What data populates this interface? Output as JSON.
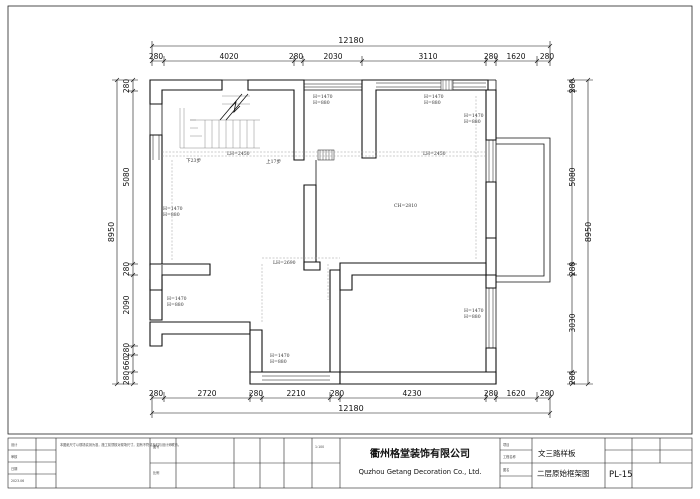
{
  "dimensions": {
    "top_total": "12180",
    "top_segments": [
      "280",
      "4020",
      "280",
      "2030",
      "3110",
      "280",
      "1620",
      "280"
    ],
    "bottom_total": "12180",
    "bottom_segments": [
      "280",
      "2720",
      "280",
      "2210",
      "280",
      "4230",
      "280",
      "1620",
      "280"
    ],
    "left_total": "8950",
    "left_segments": [
      "280",
      "5080",
      "280",
      "2090",
      "280",
      "660",
      "280"
    ],
    "right_total": "8950",
    "right_segments": [
      "280",
      "5080",
      "280",
      "3030",
      "280"
    ]
  },
  "labels": {
    "win_top_mid": "H=1470",
    "win_top_mid_b": "H=880",
    "win_top_right": "H=1470",
    "win_top_right_b": "H=880",
    "win_right_upper": "H=1470",
    "win_right_upper_b": "H=880",
    "win_left_mid": "H=1470",
    "win_left_mid_b": "H=880",
    "win_left_lower": "H=1470",
    "win_left_lower_b": "H=880",
    "win_right_lower": "H=1470",
    "win_right_lower_b": "H=880",
    "win_bottom": "H=1470",
    "win_bottom_b": "H=880",
    "beam_left": "LH=2450",
    "beam_right": "LH=2450",
    "beam_center": "LH=2690",
    "ceiling": "CH=2810",
    "stair_down": "下23步",
    "stair_up": "上17步"
  },
  "title_block": {
    "company_cn": "衢州格堂装饰有限公司",
    "company_en": "Quzhou Getang Decoration Co., Ltd.",
    "drawing_title": "二层原始框架图",
    "drawing_no": "PL-15",
    "project_name": "文三路样板",
    "cell_label_1": "设计",
    "cell_label_2": "审核",
    "cell_label_3": "日期",
    "cell_label_4": "图号",
    "cell_label_5": "比例",
    "cell_label_6": "项目",
    "cell_label_7": "图名",
    "cell_label_8": "工程名称",
    "cell_value_date": "2023.06",
    "cell_value_scale": "1:100",
    "notes": "本图纸尺寸以现场实测为准，施工前须核对现场尺寸，如有不符请及时与设计师联系。"
  }
}
